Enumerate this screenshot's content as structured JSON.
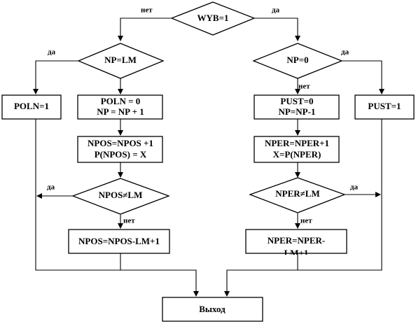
{
  "nodes": {
    "wyb": "WYB=1",
    "np_lm": "NP=LM",
    "np_0": "NP=0",
    "poln1": "POLN=1",
    "poln0_a": "POLN = 0",
    "poln0_b": "NP = NP + 1",
    "pust0_a": "PUST=0",
    "pust0_b": "NP=NP-1",
    "pust1": "PUST=1",
    "npos_a": "NPOS=NPOS +1",
    "npos_b": "P(NPOS) = X",
    "nper_a": "NPER=NPER+1",
    "nper_b": "X=P(NPER)",
    "npos_cond": "NPOS≠LM",
    "nper_cond": "NPER≠LM",
    "npos_reset": "NPOS=NPOS-LM+1",
    "nper_reset_a": "NPER=NPER-",
    "nper_reset_b": "LM+1",
    "exit": "Выход"
  },
  "edge_labels": {
    "no": "нет",
    "yes": "да"
  }
}
